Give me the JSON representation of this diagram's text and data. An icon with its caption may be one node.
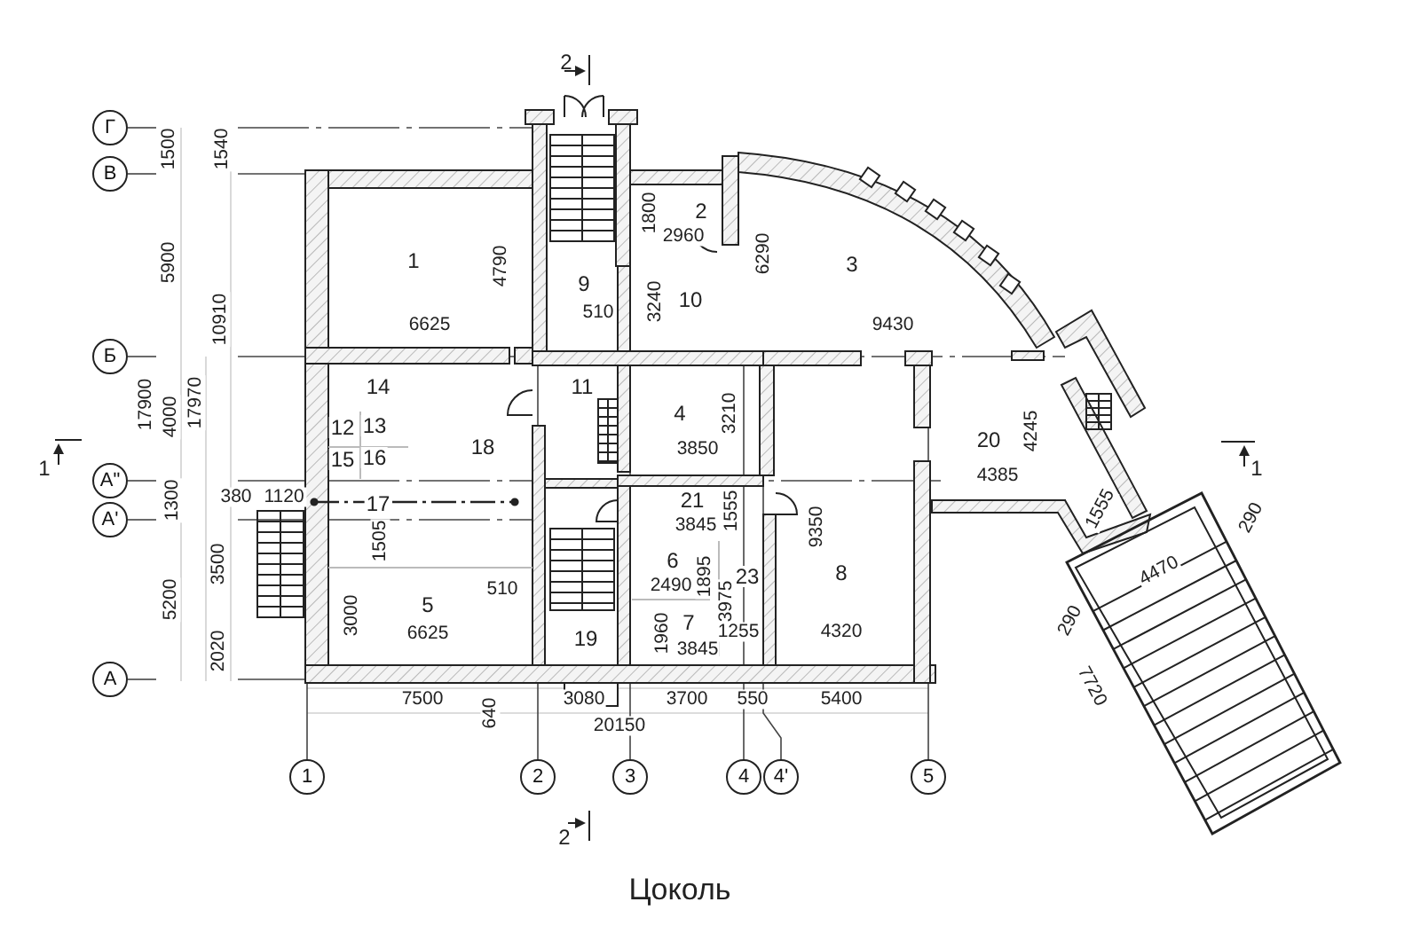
{
  "diagram": {
    "caption": "Цоколь",
    "nodes": [
      {
        "text": [
          "Г"
        ]
      },
      {
        "text": [
          "В"
        ]
      },
      {
        "text": [
          "Б"
        ]
      },
      {
        "text": [
          "А\""
        ]
      },
      {
        "text": [
          "А'"
        ]
      },
      {
        "text": [
          "А"
        ]
      },
      {
        "text": [
          "1"
        ]
      },
      {
        "text": [
          "2"
        ]
      },
      {
        "text": [
          "3"
        ]
      },
      {
        "text": [
          "4"
        ]
      },
      {
        "text": [
          "4'"
        ]
      },
      {
        "text": [
          "5"
        ]
      }
    ],
    "labels": [
      "2",
      "1500",
      "1540",
      "1800",
      "2",
      "2960",
      "6290",
      "1",
      "5900",
      "4790",
      "3",
      "9",
      "3240",
      "10",
      "510",
      "10910",
      "6625",
      "9430",
      "14",
      "11",
      "17900",
      "4000",
      "17970",
      "4",
      "3210",
      "4245",
      "12",
      "13",
      "20",
      "18",
      "3850",
      "15",
      "16",
      "1",
      "1",
      "4385",
      "380",
      "1120",
      "1300",
      "17",
      "21",
      "1555",
      "1555",
      "290",
      "1505",
      "3845",
      "9350",
      "3500",
      "510",
      "2490",
      "6",
      "1895",
      "23",
      "8",
      "4470",
      "5200",
      "3000",
      "5",
      "3975",
      "290",
      "7",
      "1960",
      "6625",
      "1255",
      "4320",
      "19",
      "3845",
      "2020",
      "7720",
      "7500",
      "3080",
      "3700",
      "550",
      "5400",
      "640",
      "20150",
      "2"
    ]
  }
}
